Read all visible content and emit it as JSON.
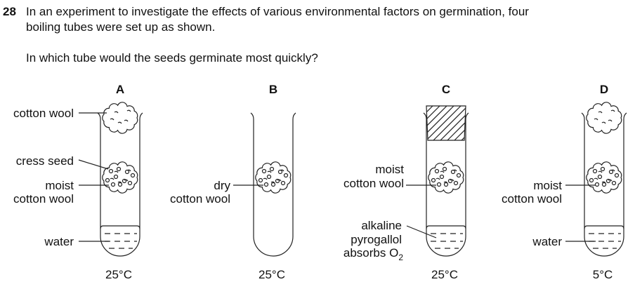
{
  "question": {
    "number": "28",
    "line1": "In an experiment to investigate the effects of various environmental factors on germination, four",
    "line2": "boiling tubes were set up as shown.",
    "prompt": "In which tube would the seeds germinate most quickly?"
  },
  "tubes": [
    {
      "letter": "A",
      "temperature": "25°C",
      "labels": {
        "top": "cotton wool",
        "seed": "cress seed",
        "mid1": "moist",
        "mid2": "cotton wool",
        "bottom": "water"
      }
    },
    {
      "letter": "B",
      "temperature": "25°C",
      "labels": {
        "mid1": "dry",
        "mid2": "cotton wool"
      }
    },
    {
      "letter": "C",
      "temperature": "25°C",
      "labels": {
        "mid1": "moist",
        "mid2": "cotton wool",
        "bottom1": "alkaline",
        "bottom2": "pyrogallol",
        "bottom3": "absorbs O",
        "bottom3_sub": "2"
      }
    },
    {
      "letter": "D",
      "temperature": "5°C",
      "labels": {
        "mid1": "moist",
        "mid2": "cotton wool",
        "bottom": "water"
      }
    }
  ]
}
